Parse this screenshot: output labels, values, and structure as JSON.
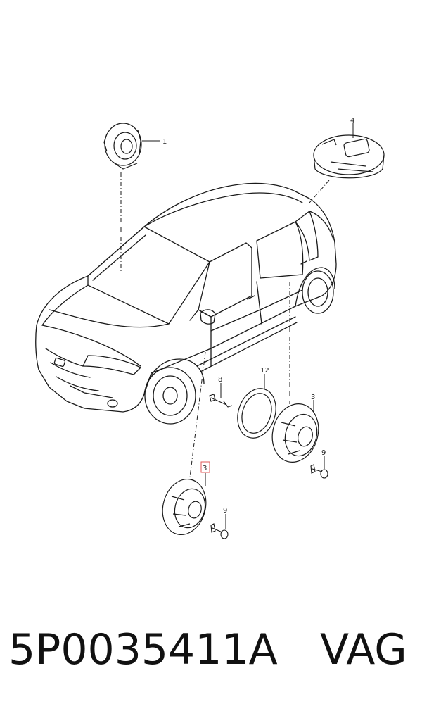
{
  "callouts": {
    "c1": "1",
    "c4": "4",
    "c8": "8",
    "c12": "12",
    "c3_right": "3",
    "c9_right": "9",
    "c3_highlight": "3",
    "c9_left": "9"
  },
  "footer": {
    "part_number": "5P0035411A",
    "brand": "VAG"
  },
  "colors": {
    "line": "#1a1a1a",
    "highlight_box": "#e05a5a"
  }
}
